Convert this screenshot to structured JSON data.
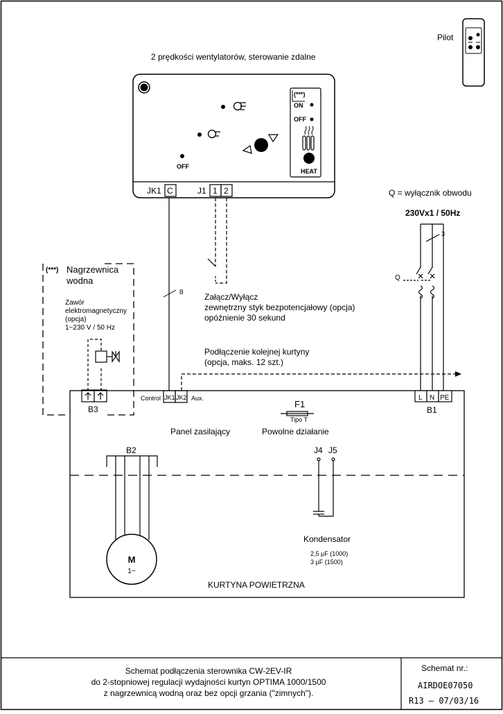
{
  "remote": {
    "label": "Pilot"
  },
  "controller": {
    "title": "2 prędkości wentylatorów, sterowanie zdalne",
    "off_label": "OFF",
    "switch_on_note": "(***)",
    "on_label": "ON",
    "off2_label": "OFF",
    "heat_label": "HEAT",
    "terminal_jk1_label": "JK1",
    "terminal_c": "C",
    "terminal_j1_label": "J1",
    "terminal_1": "1",
    "terminal_2": "2"
  },
  "power": {
    "q_note": "Q = wyłącznik obwodu",
    "supply": "230Vx1 / 50Hz",
    "wire_count": "3",
    "q_label": "Q"
  },
  "heater": {
    "note": "(***)",
    "title_line1": "Nagrzewnica",
    "title_line2": "wodna",
    "valve_line1": "Zawór",
    "valve_line2": "elektromagnetyczny",
    "valve_line3": "(opcja)",
    "valve_line4": "1~230 V / 50 Hz",
    "b3_label": "B3"
  },
  "cable": {
    "wire_count": "8"
  },
  "external_contact": {
    "line1": "Załącz/Wyłącz",
    "line2": "zewnętrzny styk bezpotencjałowy (opcja)",
    "line3": "opóźnienie 30 sekund"
  },
  "next_curtain": {
    "line1": "Podłączenie kolejnej kurtyny",
    "line2": "(opcja, maks. 12 szt.)"
  },
  "panel": {
    "control_label": "Control",
    "jk1": "JK1",
    "jk2": "JK2",
    "aux_label": "Aux.",
    "fuse_label": "F1",
    "fuse_type": "Tipo T",
    "power_panel_label": "Panel zasilający",
    "slow_action_label": "Powolne działanie",
    "b1_label": "B1",
    "b1_terminals": [
      "L",
      "N",
      "PE"
    ],
    "j4": "J4",
    "j5": "J5",
    "b2_label": "B2",
    "motor_symbol": "M",
    "motor_phase": "1~",
    "capacitor_label": "Kondensator",
    "capacitor_value1": "2,5 µF (1000)",
    "capacitor_value2": "3 µF (1500)",
    "curtain_label": "KURTYNA POWIETRZNA"
  },
  "title_block": {
    "line1": "Schemat podłączenia sterownika CW-2EV-IR",
    "line2": "do 2-stopniowej regulacji wydajności kurtyn OPTIMA 1000/1500",
    "line3": "z nagrzewnicą wodną oraz bez opcji grzania (\"zimnych\").",
    "scheme_label": "Schemat nr.:",
    "scheme_number": "AIRDOE07050",
    "revision": "R13  –  07/03/16"
  }
}
